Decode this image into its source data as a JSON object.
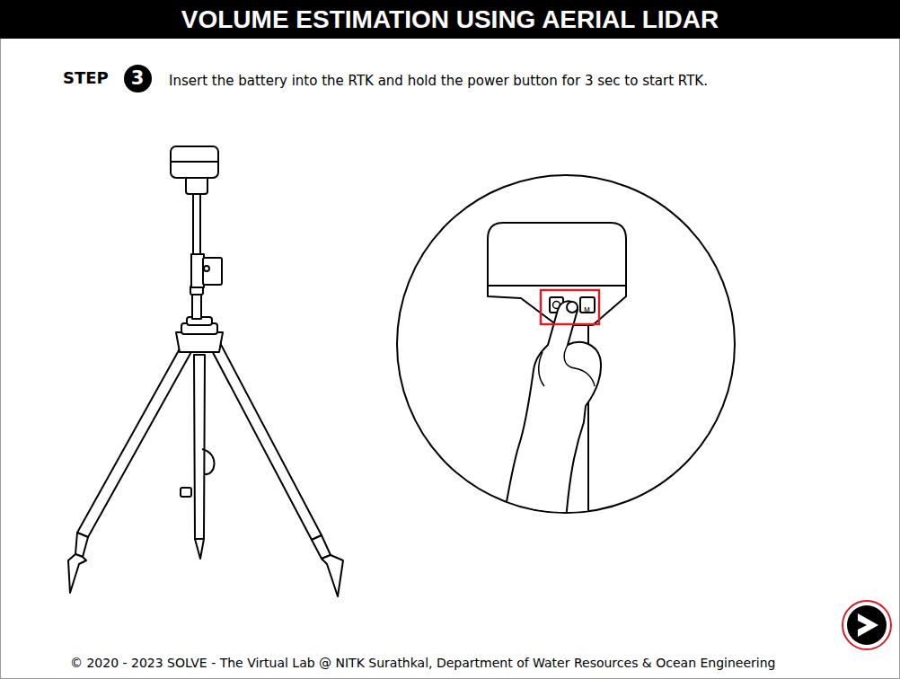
{
  "diagram": {
    "title": "VOLUME ESTIMATION USING AERIAL LIDAR",
    "nodes": [
      {
        "text": [
          "3"
        ]
      }
    ],
    "labels": [
      "STEP",
      "Insert the battery into the RTK and hold the power button for 3 sec to start RTK.",
      "M",
      "© 2020 - 2023 SOLVE - The Virtual Lab @ NITK Surathkal, Department of Water Resources & Ocean Engineering"
    ]
  }
}
